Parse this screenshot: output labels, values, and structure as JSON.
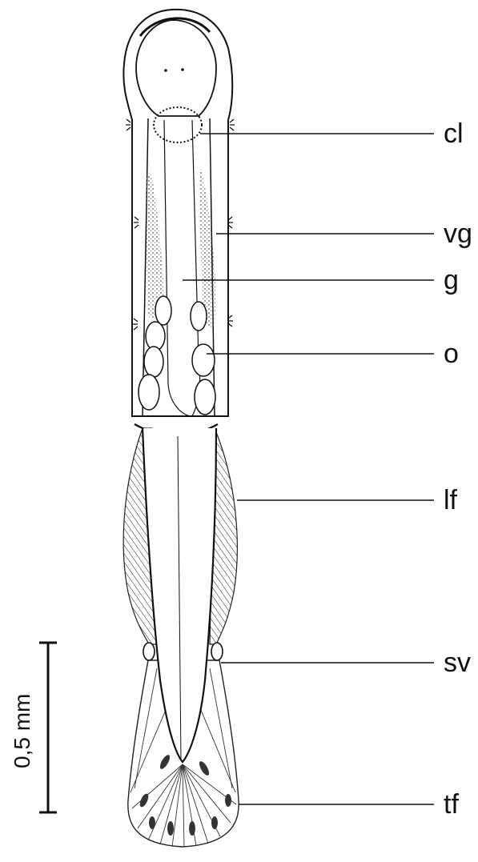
{
  "labels": {
    "cl": "cl",
    "vg": "vg",
    "g": "g",
    "o": "o",
    "lf": "lf",
    "sv": "sv",
    "tf": "tf"
  },
  "scale_bar": {
    "text": "0,5 mm"
  },
  "colors": {
    "ink": "#111111",
    "stipple": "#555555",
    "background": "#ffffff"
  }
}
